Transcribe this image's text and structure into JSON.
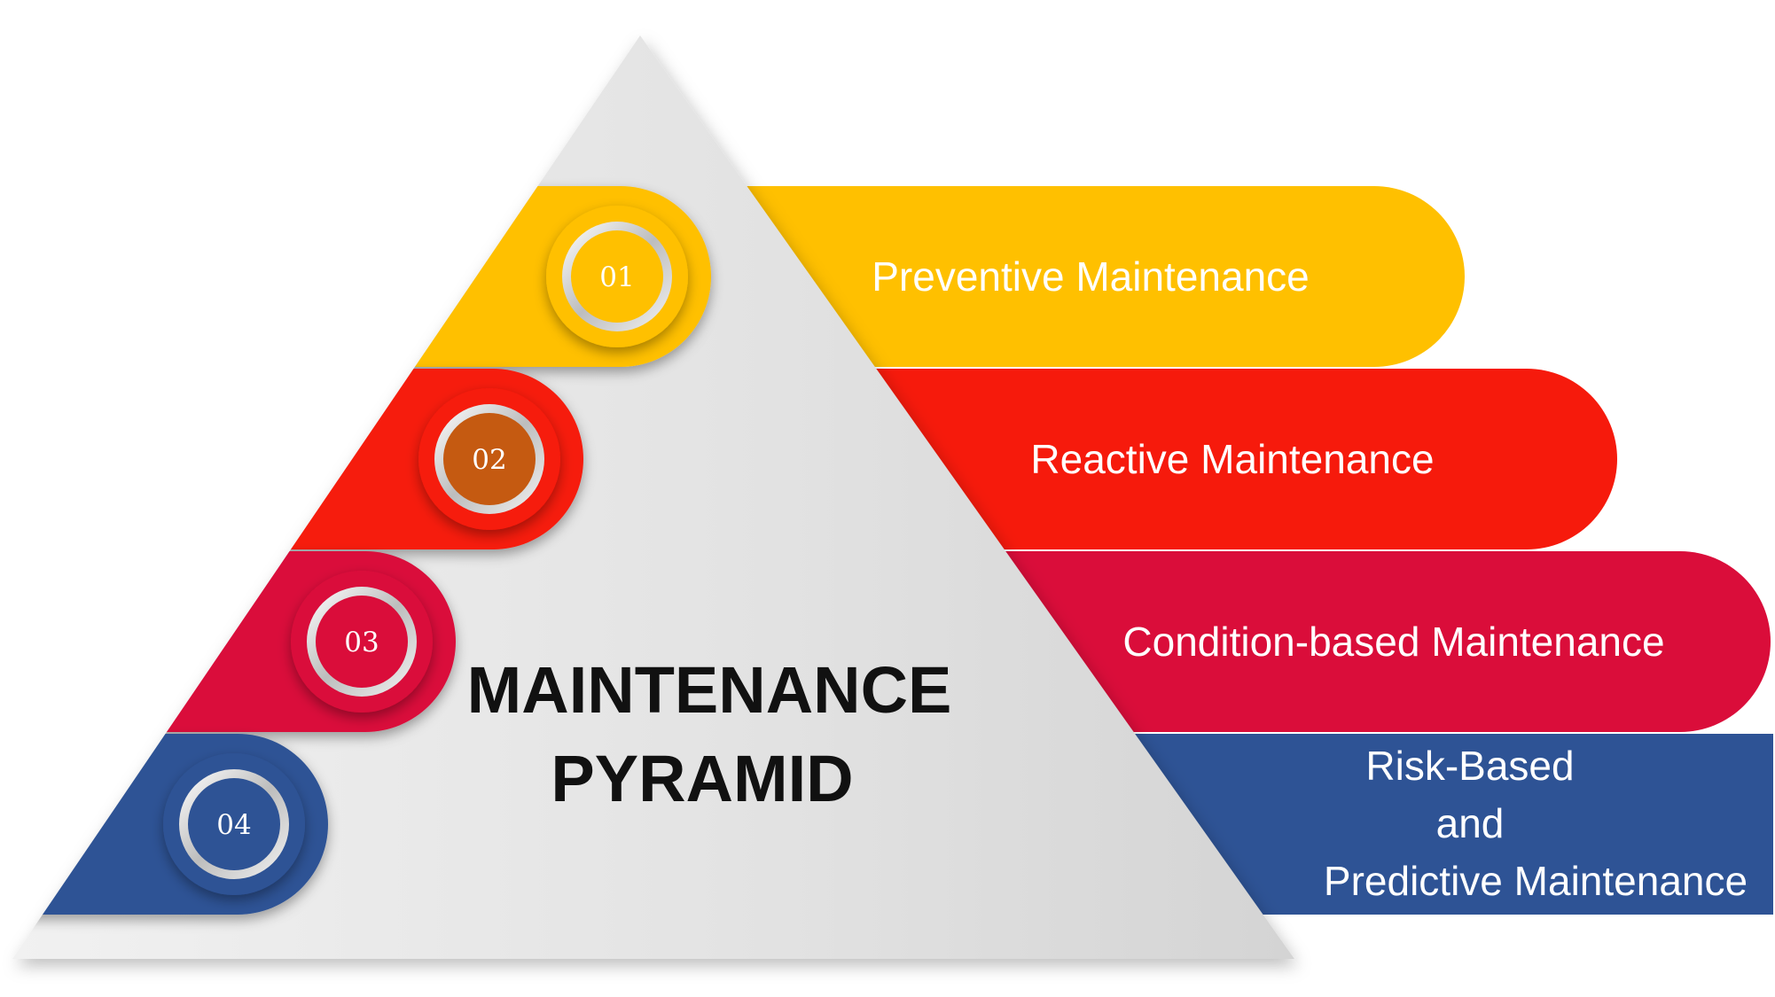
{
  "title": {
    "line1": "MAINTENANCE",
    "line2": "PYRAMID"
  },
  "colors": {
    "yellow": "#FFC000",
    "red": "#F61A0C",
    "crimson": "#DA0D3A",
    "blue": "#2E5395",
    "badge_inner_02": "#C55A11"
  },
  "levels": [
    {
      "number": "01",
      "label": "Preventive Maintenance",
      "color": "yellow"
    },
    {
      "number": "02",
      "label": "Reactive Maintenance",
      "color": "red"
    },
    {
      "number": "03",
      "label": "Condition-based Maintenance",
      "color": "crimson"
    },
    {
      "number": "04",
      "label_lines": [
        "Risk-Based",
        "and",
        "Predictive Maintenance"
      ],
      "color": "blue"
    }
  ]
}
